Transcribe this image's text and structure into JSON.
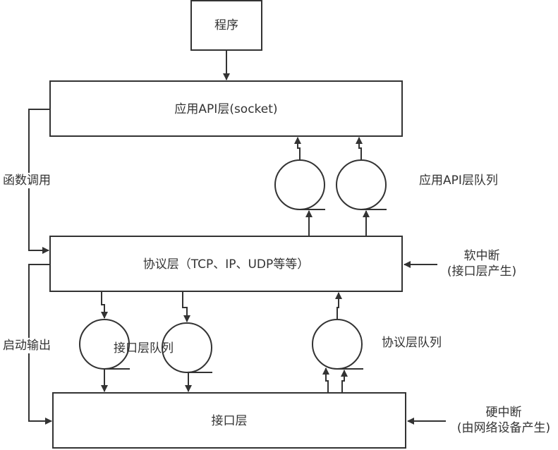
{
  "diagram": {
    "nodes": {
      "program": "程序",
      "app_api_layer": "应用API层(socket)",
      "protocol_layer": "协议层（TCP、IP、UDP等等）",
      "interface_layer": "接口层"
    },
    "queues": {
      "app_api_queue": "应用API层队列",
      "protocol_queue": "协议层队列",
      "interface_queue": "接口层队列"
    },
    "edge_labels": {
      "function_call": "函数调用",
      "start_output": "启动输出"
    },
    "interrupts": {
      "soft_interrupt": "软中断",
      "soft_interrupt_source": "(接口层产生)",
      "hard_interrupt": "硬中断",
      "hard_interrupt_source": "(由网络设备产生)"
    },
    "colors": {
      "stroke": "#333333",
      "text": "#333333",
      "background": "#ffffff"
    }
  }
}
